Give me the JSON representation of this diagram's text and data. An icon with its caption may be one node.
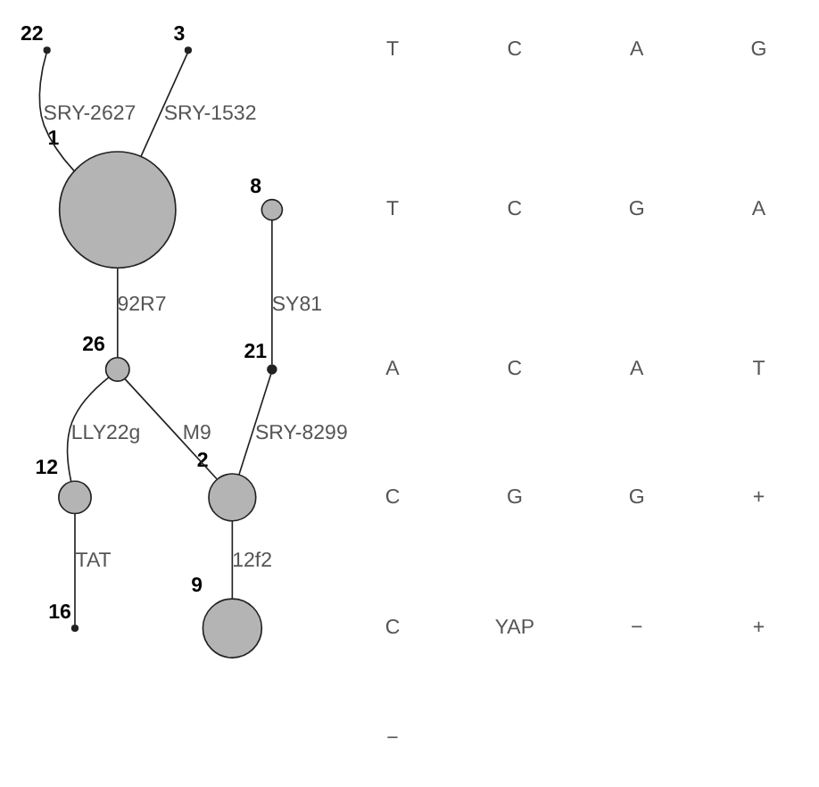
{
  "diagram": {
    "nodes": [
      {
        "text": [],
        "shape": "circle",
        "beside": [
          "22"
        ]
      },
      {
        "text": [],
        "shape": "circle",
        "beside": [
          "3"
        ]
      },
      {
        "text": [],
        "shape": "circle",
        "beside": [
          "1"
        ]
      },
      {
        "text": [],
        "shape": "circle",
        "beside": [
          "8"
        ]
      },
      {
        "text": [],
        "shape": "circle",
        "beside": [
          "21"
        ]
      },
      {
        "text": [],
        "shape": "circle",
        "beside": [
          "26"
        ]
      },
      {
        "text": [],
        "shape": "circle",
        "beside": [
          "12"
        ]
      },
      {
        "text": [],
        "shape": "circle",
        "beside": [
          "16"
        ]
      },
      {
        "text": [],
        "shape": "circle",
        "beside": [
          "2"
        ]
      },
      {
        "text": [],
        "shape": "circle",
        "beside": [
          "9"
        ]
      }
    ],
    "edges": [
      {
        "from": 0,
        "to": 2,
        "arrow": "none",
        "label": "SRY-2627"
      },
      {
        "from": 1,
        "to": 2,
        "arrow": "none",
        "label": "SRY-1532"
      },
      {
        "from": 2,
        "to": 5,
        "arrow": "none",
        "label": "92R7"
      },
      {
        "from": 3,
        "to": 4,
        "arrow": "none",
        "label": "SY81"
      },
      {
        "from": 4,
        "to": 8,
        "arrow": "none",
        "label": "SRY-8299"
      },
      {
        "from": 5,
        "to": 8,
        "arrow": "none",
        "label": "M9"
      },
      {
        "from": 5,
        "to": 6,
        "arrow": "none",
        "label": "LLY22g"
      },
      {
        "from": 6,
        "to": 7,
        "arrow": "none",
        "label": "TAT"
      },
      {
        "from": 8,
        "to": 9,
        "arrow": "none",
        "label": "12f2"
      }
    ],
    "labels": [
      "T",
      "C",
      "A",
      "G",
      "T",
      "C",
      "G",
      "A",
      "A",
      "C",
      "A",
      "T",
      "C",
      "G",
      "G",
      "+",
      "C",
      "YAP",
      "−",
      "+",
      "−"
    ]
  }
}
